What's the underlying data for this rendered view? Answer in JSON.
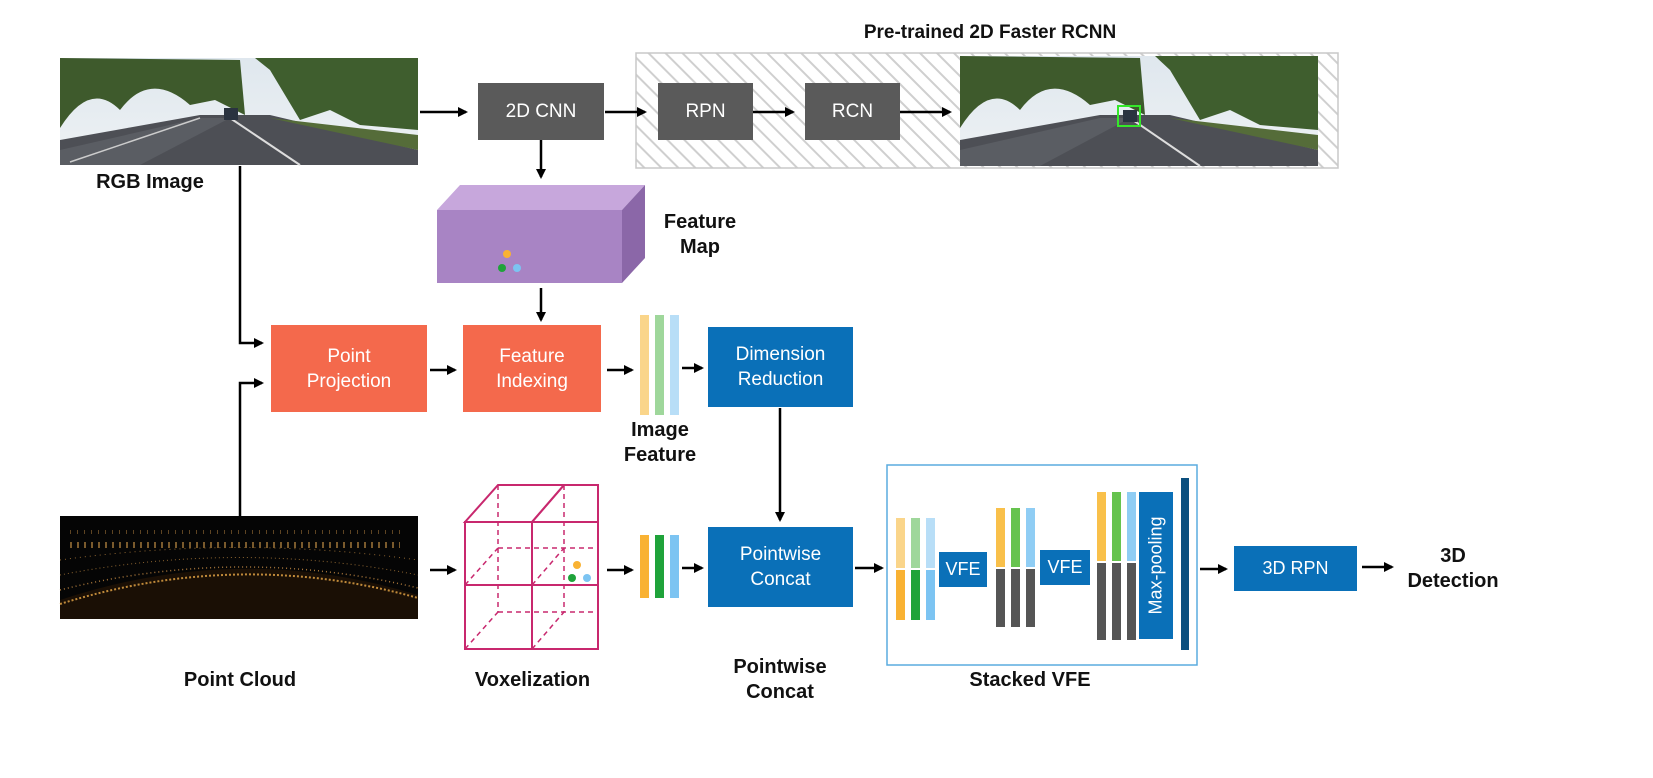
{
  "title": "Pre-trained 2D Faster RCNN",
  "inputs": {
    "rgb_image": "RGB Image",
    "point_cloud": "Point Cloud"
  },
  "blocks": {
    "cnn2d": "2D CNN",
    "rpn": "RPN",
    "rcn": "RCN",
    "point_projection": "Point\nProjection",
    "feature_indexing": "Feature\nIndexing",
    "dimension_reduction": "Dimension\nReduction",
    "pointwise_concat": "Pointwise\nConcat",
    "vfe_1": "VFE",
    "vfe_2": "VFE",
    "max_pooling": "Max-pooling",
    "rpn3d": "3D RPN"
  },
  "labels": {
    "feature_map": "Feature\nMap",
    "image_feature": "Image\nFeature",
    "voxelization": "Voxelization",
    "pointwise_concat_caption": "Pointwise\nConcat",
    "stacked_vfe": "Stacked VFE",
    "detection": "3D\nDetection"
  },
  "colors": {
    "gray_block": "#5a5a5a",
    "point_block": "#f4694c",
    "blue_block": "#0a70b8",
    "feature_map": "#a884c4",
    "voxel": "#c8286e",
    "feat_yellow": "#f9b233",
    "feat_green": "#1fa33a",
    "feat_blue": "#7cc4f2",
    "feat_gray": "#555555",
    "detection_box": "#35e82a"
  }
}
